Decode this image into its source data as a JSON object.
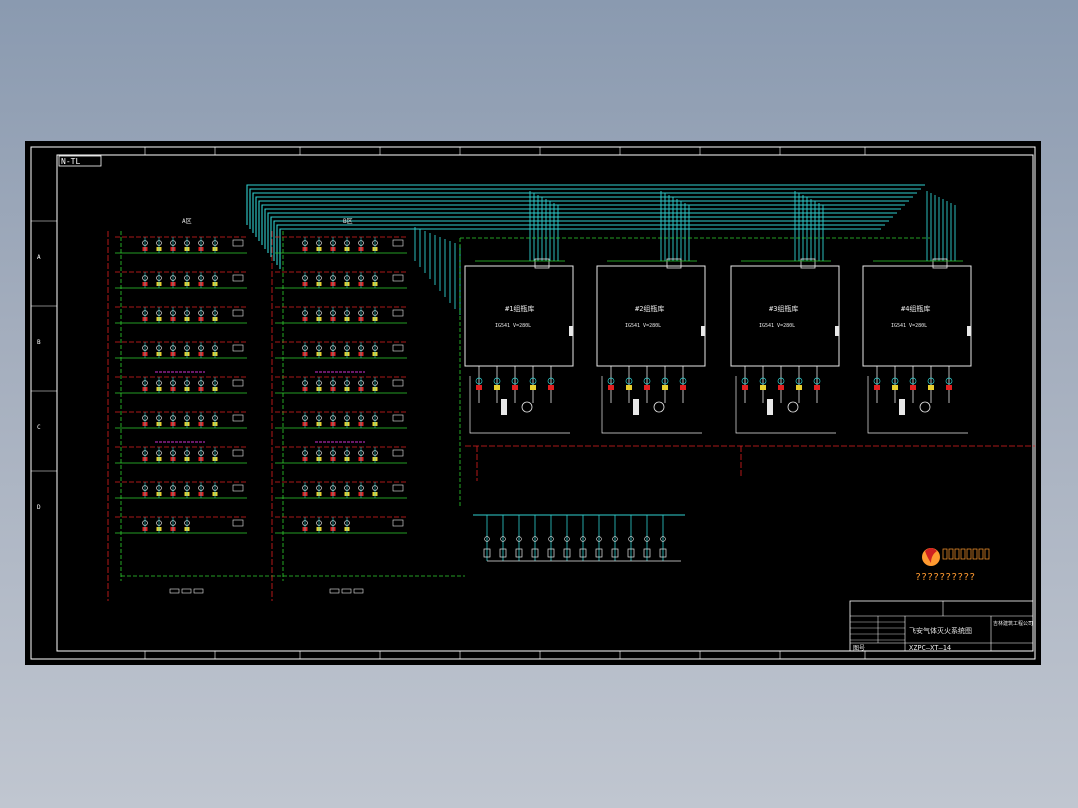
{
  "drawing": {
    "title_block": {
      "drawing_title": "飞安气体灭火系统图",
      "company": "吉林建筑工程公司",
      "drawing_no_label": "图号",
      "drawing_no": "XZPC—XT—14",
      "watermark_caption": "??????????"
    },
    "zone_labels": [
      "A区",
      "B区"
    ],
    "bank_labels": [
      "#1组瓶库",
      "#2组瓶库",
      "#3组瓶库",
      "#4组瓶库"
    ],
    "bank_subtitles": [
      "IG541 V=280L",
      "IG541 V=280L",
      "IG541 V=280L",
      "IG541 V=280L"
    ],
    "border_letters": [
      "A",
      "B",
      "C",
      "D"
    ],
    "frame_tag": "N-TL"
  },
  "colors": {
    "background": "#000000",
    "pipe_cyan": "#2fd0d0",
    "pipe_green": "#2fd12f",
    "wire_red": "#e02020",
    "device_white": "#e8e8e8",
    "device_yellow": "#e8d030",
    "accent_magenta": "#d030d0",
    "frame_white": "#ffffff",
    "logo_orange": "#ff9a30"
  }
}
